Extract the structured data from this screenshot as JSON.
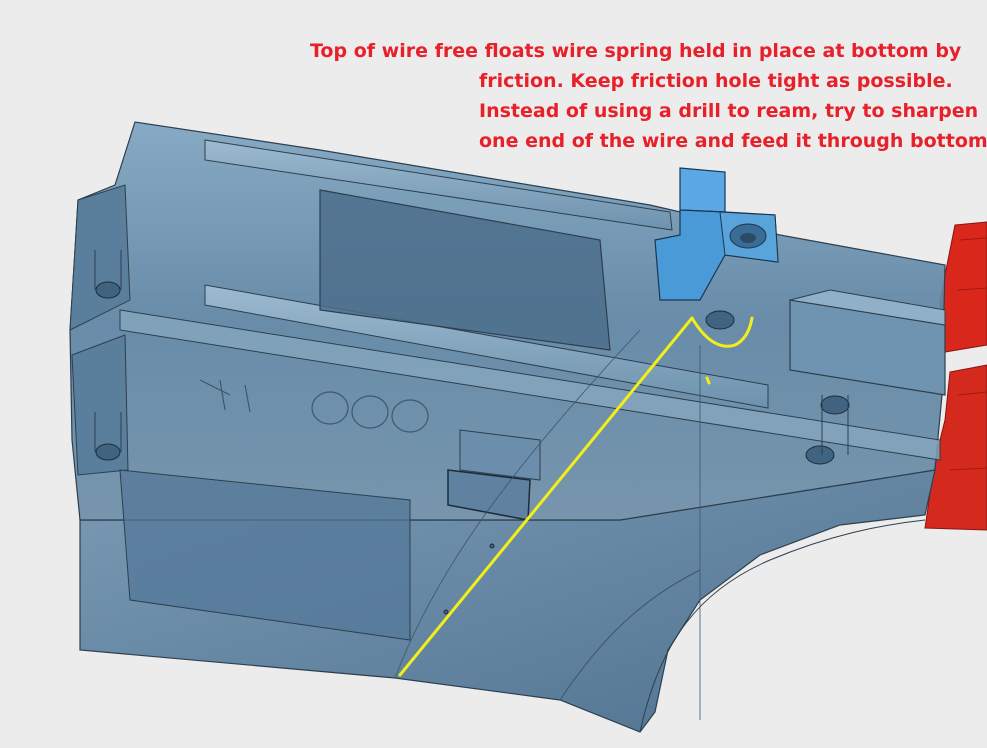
{
  "annotation": {
    "lines": [
      "Top of wire free floats  wire spring held in place at bottom by",
      "friction. Keep friction hole tight as possible.",
      "Instead of using a drill to ream, try to sharpen",
      "one end of the wire and feed it through bottom."
    ],
    "color": "#e8202a"
  },
  "model": {
    "body_color": "#5f87a6",
    "selected_part_color": "#4a9ad8",
    "wire_color": "#f2ee1a",
    "adjacent_part_color": "#d9271c"
  }
}
